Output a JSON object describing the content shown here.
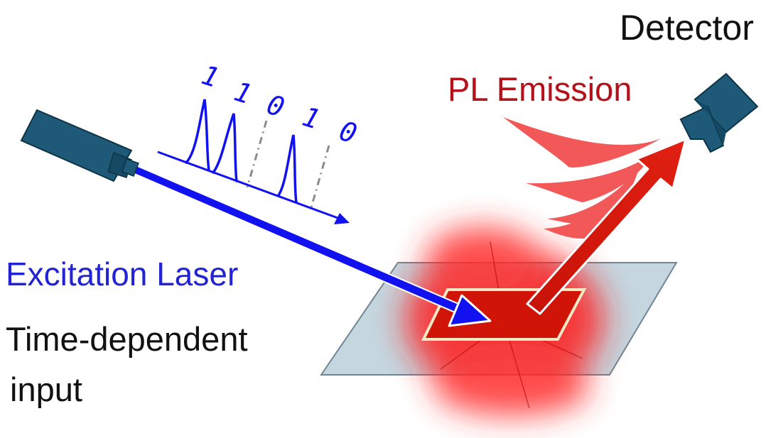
{
  "labels": {
    "detector": "Detector",
    "pl_emission": "PL Emission",
    "excitation_laser": "Excitation Laser",
    "time_dependent": "Time-dependent",
    "input": "input"
  },
  "bits": [
    "1",
    "1",
    "0",
    "1",
    "0"
  ],
  "colors": {
    "laser_blue": "#1212f0",
    "emission_red": "#d11a10",
    "pl_text_red": "#b3121b",
    "laser_label_blue": "#2323d6",
    "device_body": "#1e5a78",
    "substrate": "#c5d6df",
    "sample_red": "#d01408"
  }
}
